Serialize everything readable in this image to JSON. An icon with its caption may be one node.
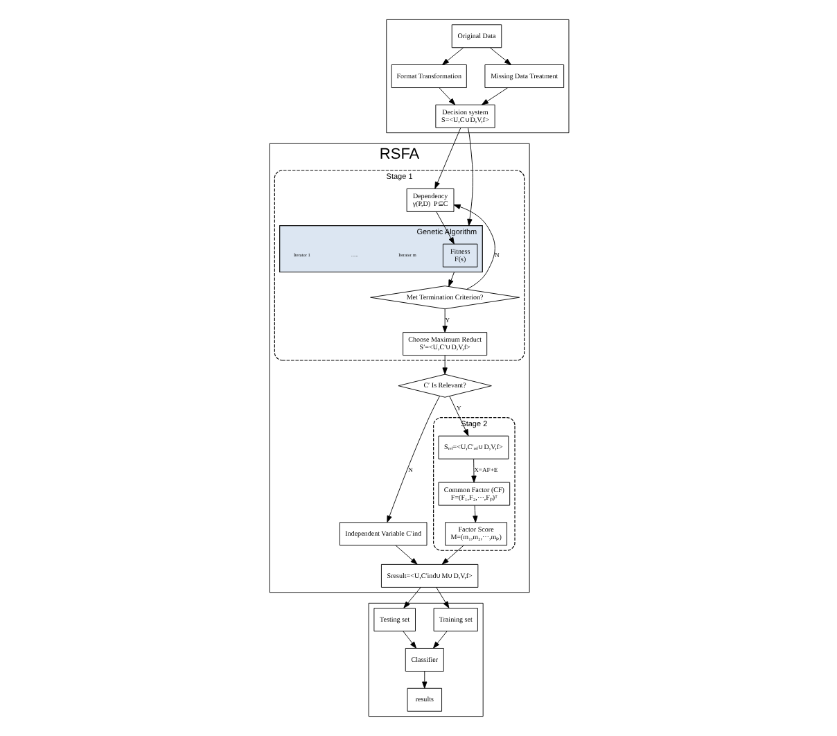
{
  "diagram": {
    "nodes": [
      {
        "text": [],
        "shape": "box"
      },
      {
        "text": [
          "Decision system",
          "S=<U,C∪D,V,f>"
        ],
        "in": 0
      },
      {
        "text": [
          "Format Transformation"
        ],
        "in": 0
      },
      {
        "text": [
          "Missing Data Treatment"
        ],
        "in": 0
      },
      {
        "text": [
          "Original Data"
        ],
        "in": 0
      },
      {
        "text": [
          "RSFA"
        ]
      },
      {
        "text": [
          "Stage 1"
        ],
        "in": 5
      },
      {
        "text": [
          "Dependency",
          "γ(P,D)  P⊆C"
        ],
        "in": 6
      },
      {
        "text": [
          "Genetic Algorithm"
        ],
        "in": 6
      },
      {
        "text": [
          "Fitness",
          "F(s)"
        ],
        "in": 8
      },
      {
        "text": [
          "Met Termination Criterion?"
        ],
        "in": 6
      },
      {
        "text": [
          "Choose Maximum Reduct",
          "S′=<U,C′∪D,V,f>"
        ],
        "in": 6
      },
      {
        "text": [
          "C′ Is Relevant?"
        ],
        "in": 5
      },
      {
        "text": [
          "Independent Variable C′ind"
        ],
        "in": 5
      },
      {
        "text": [
          "Stage 2"
        ],
        "in": 5
      },
      {
        "text": [
          "Sᵣₑₗ=<U,C′ᵣₑₗ∪D,V,f>"
        ],
        "in": 14
      },
      {
        "text": [
          "Common Factor (CF)",
          "F=(F₁,F₂,⋯,Fₚ)ᵀ"
        ],
        "in": 14
      },
      {
        "text": [
          "Factor Score",
          "M=(m₁,m₂,⋯,mₚ)"
        ],
        "in": 14
      },
      {
        "text": [
          "Sresult=<U,C′ind∪M∪D,V,f>"
        ],
        "in": 5
      },
      {
        "text": [],
        "shape": "box"
      },
      {
        "text": [
          "Testing set"
        ],
        "in": 19
      },
      {
        "text": [
          "Classifier"
        ],
        "in": 19
      },
      {
        "text": [
          "Training set"
        ],
        "in": 19
      },
      {
        "text": [
          "results"
        ],
        "in": 19
      }
    ],
    "edges": [
      {
        "from": 4,
        "to": 2,
        "arrow": "to"
      },
      {
        "from": 4,
        "to": 3,
        "arrow": "to"
      },
      {
        "from": 2,
        "to": 1,
        "arrow": "to"
      },
      {
        "from": 3,
        "to": 1,
        "arrow": "to"
      },
      {
        "from": 1,
        "to": 7,
        "arrow": "to"
      },
      {
        "from": 1,
        "to": 8,
        "arrow": "to"
      },
      {
        "from": 7,
        "to": 9,
        "arrow": "to"
      },
      {
        "from": 8,
        "to": 10,
        "arrow": "to"
      },
      {
        "from": 10,
        "to": 7,
        "arrow": "to",
        "label": "N"
      },
      {
        "from": 10,
        "to": 11,
        "arrow": "to",
        "label": "Y"
      },
      {
        "from": 11,
        "to": 12,
        "arrow": "to"
      },
      {
        "from": 12,
        "to": 15,
        "arrow": "to",
        "label": "Y"
      },
      {
        "from": 12,
        "to": 13,
        "arrow": "to",
        "label": "N"
      },
      {
        "from": 15,
        "to": 16,
        "arrow": "to",
        "label": "X=AF+E"
      },
      {
        "from": 16,
        "to": 17,
        "arrow": "to"
      },
      {
        "from": 17,
        "to": 18,
        "arrow": "to"
      },
      {
        "from": 13,
        "to": 18,
        "arrow": "to"
      },
      {
        "from": 18,
        "to": 20,
        "arrow": "to"
      },
      {
        "from": 18,
        "to": 22,
        "arrow": "to"
      },
      {
        "from": 20,
        "to": 21,
        "arrow": "to"
      },
      {
        "from": 22,
        "to": 21,
        "arrow": "to"
      },
      {
        "from": 21,
        "to": 23,
        "arrow": "to"
      }
    ],
    "labels": [
      "Iterator m",
      "......",
      "Iterator 1"
    ]
  }
}
